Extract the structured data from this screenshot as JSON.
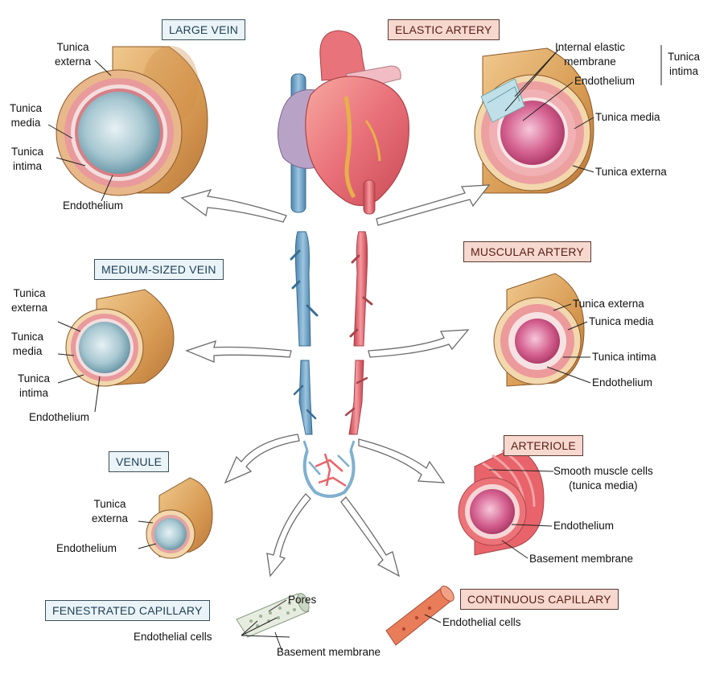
{
  "titles": {
    "large_vein": "LARGE VEIN",
    "elastic_artery": "ELASTIC ARTERY",
    "medium_vein": "MEDIUM-SIZED VEIN",
    "muscular_artery": "MUSCULAR ARTERY",
    "venule": "VENULE",
    "arteriole": "ARTERIOLE",
    "fenestrated_capillary": "FENESTRATED CAPILLARY",
    "continuous_capillary": "CONTINUOUS CAPILLARY"
  },
  "large_vein": {
    "externa_1": "Tunica",
    "externa_2": "externa",
    "media_1": "Tunica",
    "media_2": "media",
    "intima_1": "Tunica",
    "intima_2": "intima",
    "endothelium": "Endothelium"
  },
  "elastic_artery": {
    "iem_1": "Internal elastic",
    "iem_2": "membrane",
    "endothelium": "Endothelium",
    "intima_1": "Tunica",
    "intima_2": "intima",
    "media": "Tunica media",
    "externa": "Tunica externa"
  },
  "medium_vein": {
    "externa_1": "Tunica",
    "externa_2": "externa",
    "media_1": "Tunica",
    "media_2": "media",
    "intima_1": "Tunica",
    "intima_2": "intima",
    "endothelium": "Endothelium"
  },
  "muscular_artery": {
    "externa": "Tunica externa",
    "media": "Tunica media",
    "intima": "Tunica intima",
    "endothelium": "Endothelium"
  },
  "venule": {
    "externa_1": "Tunica",
    "externa_2": "externa",
    "endothelium": "Endothelium"
  },
  "arteriole": {
    "smc_1": "Smooth muscle cells",
    "smc_2": "(tunica media)",
    "endothelium": "Endothelium",
    "basement": "Basement membrane"
  },
  "fenestrated": {
    "pores": "Pores",
    "endothelial_cells": "Endothelial cells",
    "basement": "Basement membrane"
  },
  "continuous": {
    "endothelial_cells": "Endothelial cells"
  },
  "colors": {
    "vein_blue": "#7fb0cf",
    "artery_red": "#e8646a",
    "externa_tan": "#d99a4e",
    "media_pink": "#e9a2a0",
    "lumen_teal": "#a9cfd8"
  }
}
